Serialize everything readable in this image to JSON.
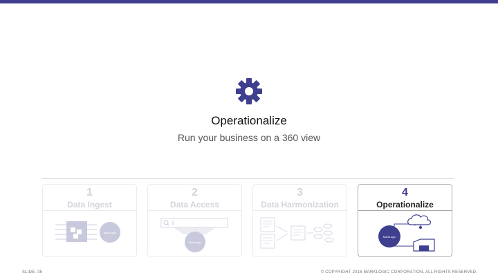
{
  "slide": {
    "title": "Operationalize",
    "subtitle": "Run your business on a 360 view",
    "icon": "gear-icon",
    "accent_color": "#3f3f8f"
  },
  "steps": [
    {
      "number": "1",
      "label": "Data Ingest",
      "active": false
    },
    {
      "number": "2",
      "label": "Data Access",
      "active": false
    },
    {
      "number": "3",
      "label": "Data Harmonization",
      "active": false
    },
    {
      "number": "4",
      "label": "Operationalize",
      "active": true
    }
  ],
  "logo_text": "MarkLogic",
  "footer": {
    "slide_number": "SLIDE: 35",
    "copyright": "© COPYRIGHT 2016 MARKLOGIC CORPORATION. ALL RIGHTS RESERVED."
  }
}
